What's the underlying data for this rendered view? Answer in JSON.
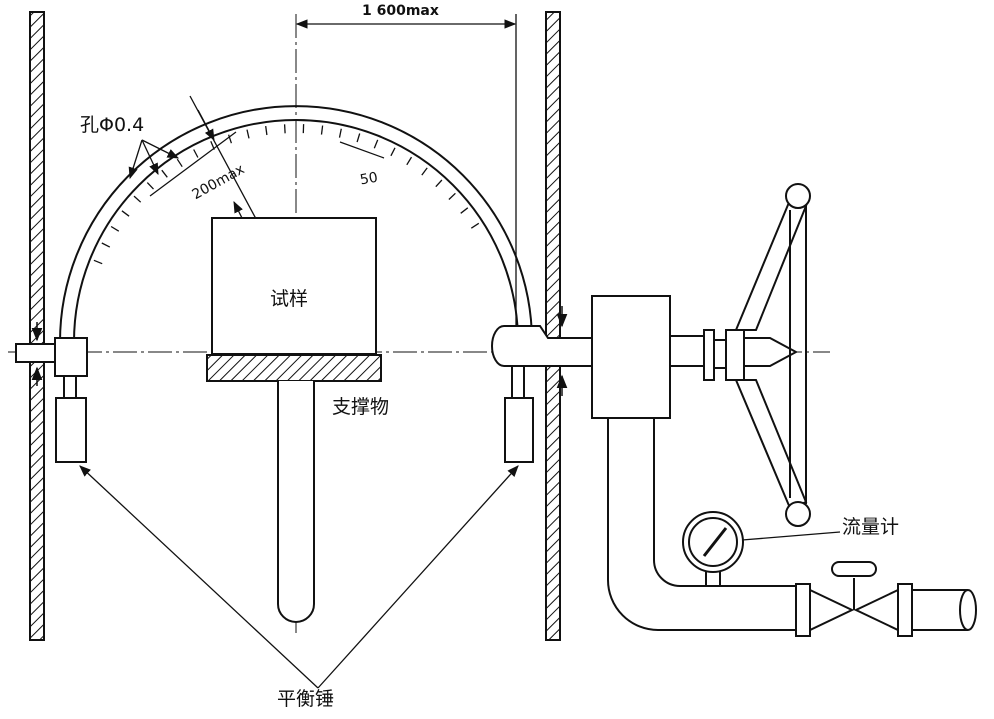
{
  "labels": {
    "dimension_width": "1 600max",
    "hole": "孔Φ0.4",
    "dimension_radial": "200max",
    "scale_mark": "50",
    "specimen": "试样",
    "support": "支撑物",
    "flow_meter": "流量计",
    "balance_weight": "平衡锤"
  }
}
